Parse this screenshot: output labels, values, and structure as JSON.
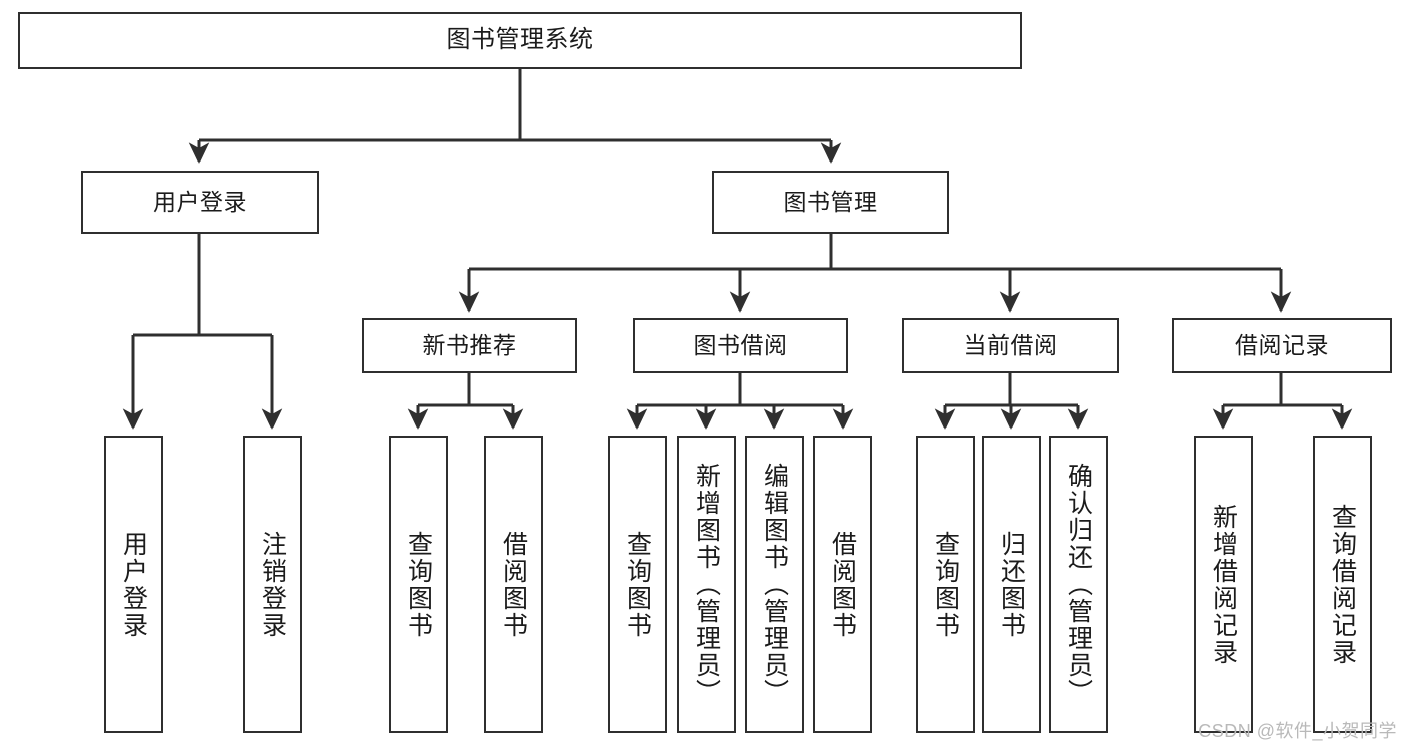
{
  "diagram": {
    "type": "tree-hierarchy",
    "title": "图书管理系统",
    "watermark": "CSDN @软件_小贺同学",
    "colors": {
      "box_border": "#2f2f2f",
      "box_fill": "#ffffff",
      "connector": "#2f2f2f",
      "text": "#1b1b1b",
      "watermark": "#b9b9b9",
      "background": "#ffffff"
    },
    "levels": {
      "root": {
        "label": "图书管理系统"
      },
      "modules": [
        {
          "label": "用户登录"
        },
        {
          "label": "图书管理"
        }
      ],
      "submodules": [
        {
          "label": "新书推荐"
        },
        {
          "label": "图书借阅"
        },
        {
          "label": "当前借阅"
        },
        {
          "label": "借阅记录"
        }
      ],
      "leaves": {
        "user_login": [
          {
            "label": "用户登录"
          },
          {
            "label": "注销登录"
          }
        ],
        "new_book_recommend": [
          {
            "label": "查询图书"
          },
          {
            "label": "借阅图书"
          }
        ],
        "book_borrow": [
          {
            "label": "查询图书"
          },
          {
            "label": "新增图书（管理员）"
          },
          {
            "label": "编辑图书（管理员）"
          },
          {
            "label": "借阅图书"
          }
        ],
        "current_borrow": [
          {
            "label": "查询图书"
          },
          {
            "label": "归还图书"
          },
          {
            "label": "确认归还（管理员）"
          }
        ],
        "borrow_record": [
          {
            "label": "新增借阅记录"
          },
          {
            "label": "查询借阅记录"
          }
        ]
      }
    }
  }
}
